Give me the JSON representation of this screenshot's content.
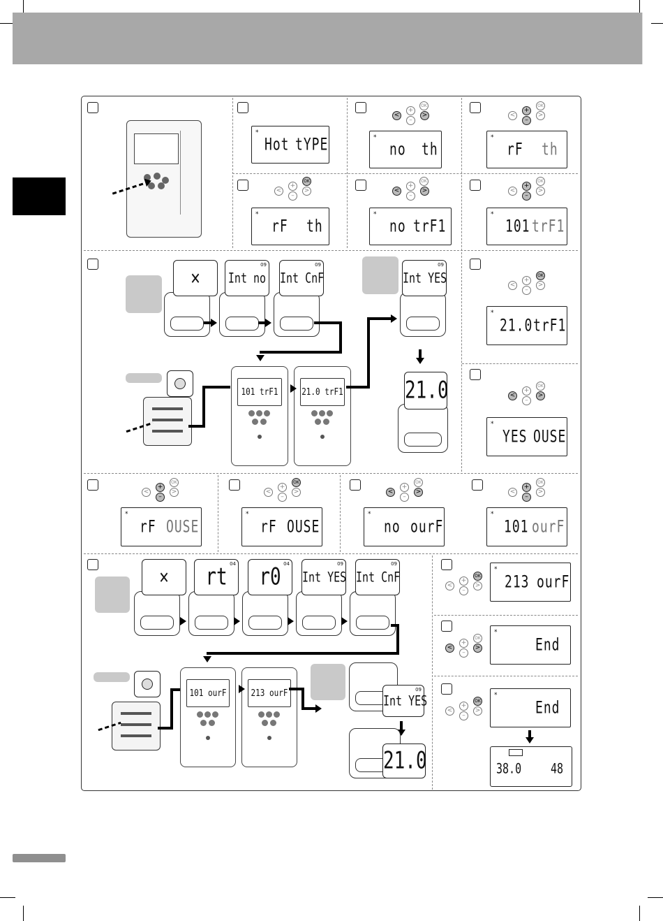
{
  "screens": {
    "hot_type": {
      "left": "Hot",
      "right": "tYPE"
    },
    "no_th": {
      "left": "no",
      "right": "th"
    },
    "rf_th_dim": {
      "left": "rF",
      "right": "th"
    },
    "rf_th": {
      "left": "rF",
      "right": "th"
    },
    "no_trf1": {
      "left": "no",
      "right": "trF1"
    },
    "101_trf1": {
      "left": "101",
      "right": "trF1"
    },
    "210_trf1": {
      "left": "21.0",
      "right": "trF1"
    },
    "yes_ouse": {
      "left": "YES",
      "right": "OUSE"
    },
    "rf_ouse_dim": {
      "left": "rF",
      "right": "OUSE"
    },
    "rf_ouse": {
      "left": "rF",
      "right": "OUSE"
    },
    "no_ourf": {
      "left": "no",
      "right": "ourF"
    },
    "101_ourf": {
      "left": "101",
      "right": "ourF"
    },
    "213_ourf": {
      "left": "213",
      "right": "ourF"
    },
    "end1": {
      "left": "",
      "right": "End"
    },
    "end2": {
      "left": "",
      "right": "End"
    }
  },
  "bubbles": {
    "int_no": "Int no",
    "int_cnf": "Int CnF",
    "int_yes": "Int YES",
    "temp": "21.0",
    "rt": "rt",
    "r0": "r0",
    "int_yes2": "Int YES",
    "int_cnf2": "Int CnF",
    "int_yes3": "Int YES",
    "temp2": "21.0",
    "code09": "09",
    "code04": "04"
  },
  "controller_screens": {
    "a": "101 trF1",
    "b": "21.0 trF1",
    "c": "101 ourF",
    "d": "213 ourF"
  },
  "buttons": {
    "plus": "+",
    "minus": "–",
    "prev": "<",
    "next": ">",
    "ok": "OK"
  },
  "summary": {
    "left": "38.0",
    "right": "48"
  },
  "icons": {
    "star": "*",
    "tools": "wrench-screwdriver-icon",
    "down": "arrow-down-icon"
  }
}
